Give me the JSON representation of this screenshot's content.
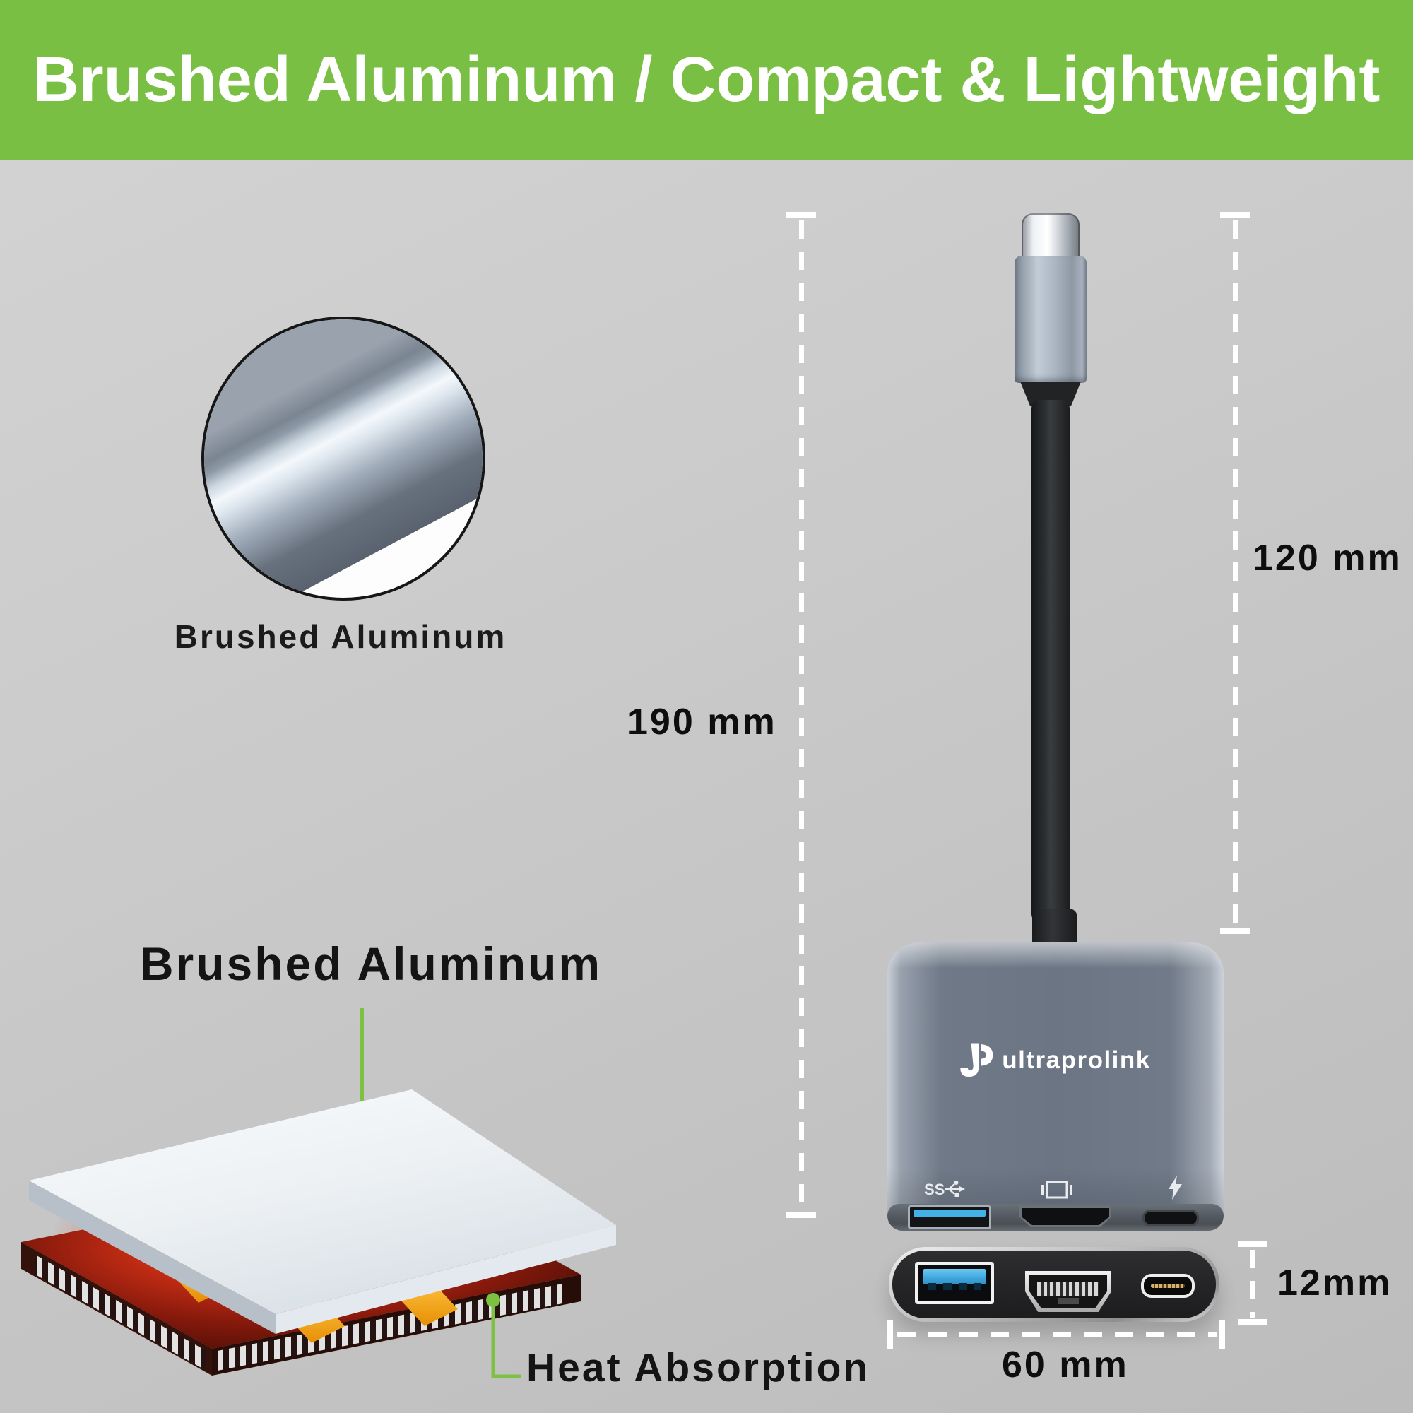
{
  "banner": {
    "title": "Brushed Aluminum / Compact & Lightweight"
  },
  "inset": {
    "label": "Brushed Aluminum"
  },
  "heatsink": {
    "plate_label": "Brushed Aluminum",
    "chip_label": "Heat Absorption"
  },
  "dimensions": {
    "total_length": "190 mm",
    "cable_length": "120 mm",
    "hub_thickness": "12mm",
    "hub_width": "60 mm"
  },
  "device": {
    "brand": "ultraprolink",
    "usb_marking": "SS"
  },
  "icons": {
    "usb": "ss-usb3-icon",
    "video": "display-icon",
    "power": "lightning-icon"
  },
  "colors": {
    "banner_green": "#79bf44",
    "accent_green": "#7cc142",
    "usb_blue": "#3fb0e8",
    "background_gray": "#c9c9c9",
    "aluminum_gray": "#6b7584"
  }
}
